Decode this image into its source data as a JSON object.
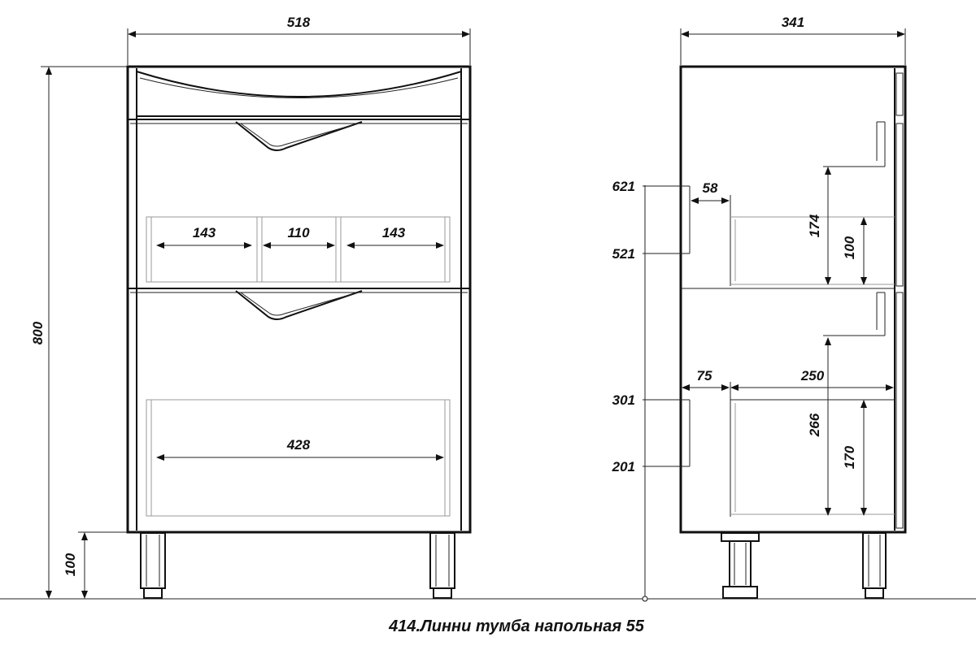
{
  "title": "414.Линни тумба напольная 55",
  "front": {
    "width": "518",
    "height": "800",
    "legs": "100",
    "top_drawer_widths": [
      "143",
      "110",
      "143"
    ],
    "bottom_drawer_width": "428"
  },
  "side": {
    "depth": "341",
    "handle_top_upper": "621",
    "handle_top_lower": "521",
    "handle_bottom_upper": "301",
    "handle_bottom_lower": "201",
    "offset_top": "58",
    "offset_bottom": "75",
    "bottom_drawer_depth": "250",
    "top_drawer_outer": "174",
    "top_drawer_inner": "100",
    "bottom_drawer_outer": "266",
    "bottom_drawer_inner": "170"
  }
}
